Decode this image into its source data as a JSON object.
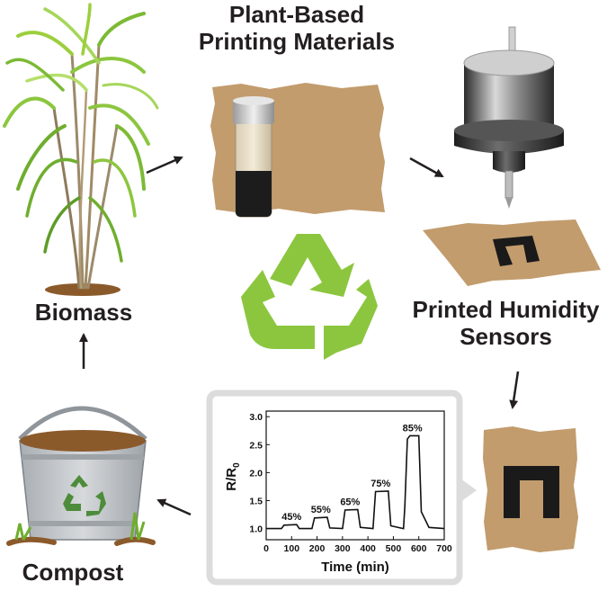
{
  "labels": {
    "materials_line1": "Plant-Based",
    "materials_line2": "Printing Materials",
    "biomass": "Biomass",
    "sensors_line1": "Printed Humidity",
    "sensors_line2": "Sensors",
    "compost": "Compost"
  },
  "colors": {
    "cardboard": "#c29c6d",
    "recycle_green": "#8cc63f",
    "compost_green": "#4d8c3a",
    "bucket": "#c8ccd0",
    "soil": "#8b5a2b",
    "inset_frame": "#dcdcdc"
  },
  "chart_data": {
    "type": "line",
    "xlabel": "Time (min)",
    "ylabel": "R/R",
    "ylabel_subscript": "0",
    "xlim": [
      0,
      700
    ],
    "ylim": [
      0.8,
      3.1
    ],
    "xticks": [
      "0",
      "100",
      "200",
      "300",
      "400",
      "500",
      "600",
      "700"
    ],
    "yticks": [
      "1.0",
      "1.5",
      "2.0",
      "2.5",
      "3.0"
    ],
    "annotations": [
      {
        "text": "45%",
        "x": 100,
        "y": 1.07
      },
      {
        "text": "55%",
        "x": 215,
        "y": 1.2
      },
      {
        "text": "65%",
        "x": 330,
        "y": 1.34
      },
      {
        "text": "75%",
        "x": 450,
        "y": 1.67
      },
      {
        "text": "85%",
        "x": 575,
        "y": 2.66
      }
    ],
    "series": [
      {
        "x": [
          0,
          60,
          70,
          120,
          130,
          180,
          190,
          240,
          250,
          300,
          310,
          360,
          370,
          420,
          430,
          480,
          490,
          540,
          545,
          555,
          565,
          600,
          610,
          640,
          700
        ],
        "y": [
          1.0,
          1.0,
          1.06,
          1.07,
          1.0,
          1.0,
          1.19,
          1.2,
          1.01,
          1.0,
          1.33,
          1.34,
          1.02,
          1.0,
          1.66,
          1.67,
          1.05,
          1.0,
          1.4,
          2.6,
          2.66,
          2.66,
          1.3,
          1.02,
          1.0
        ]
      }
    ]
  }
}
